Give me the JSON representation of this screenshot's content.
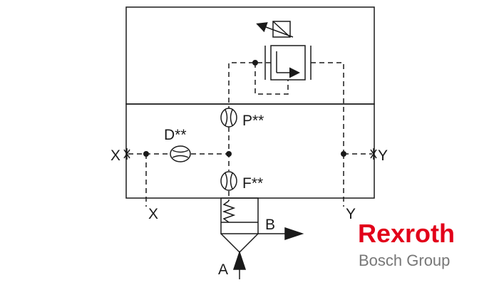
{
  "diagram": {
    "labels": {
      "p": "P**",
      "d": "D**",
      "f": "F**",
      "x_left": "X",
      "x_bottom": "X",
      "y_right": "Y",
      "y_bottom": "Y",
      "b": "B",
      "a": "A"
    }
  },
  "logo": {
    "brand": "Rexroth",
    "sub": "Bosch Group",
    "brand_color": "#e2001a",
    "sub_color": "#777777"
  }
}
